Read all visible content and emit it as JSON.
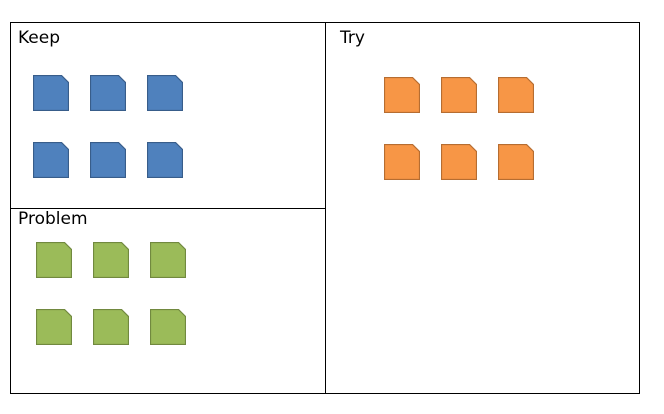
{
  "colors": {
    "keep_fill": "#4f81bd",
    "keep_stroke": "#385d8a",
    "problem_fill": "#9bbb59",
    "problem_stroke": "#71893f",
    "try_fill": "#f79646",
    "try_stroke": "#b66d31"
  },
  "keep": {
    "title": "Keep",
    "note_count": 6
  },
  "problem": {
    "title": "Problem",
    "note_count": 6
  },
  "try": {
    "title": "Try",
    "note_count": 6
  }
}
